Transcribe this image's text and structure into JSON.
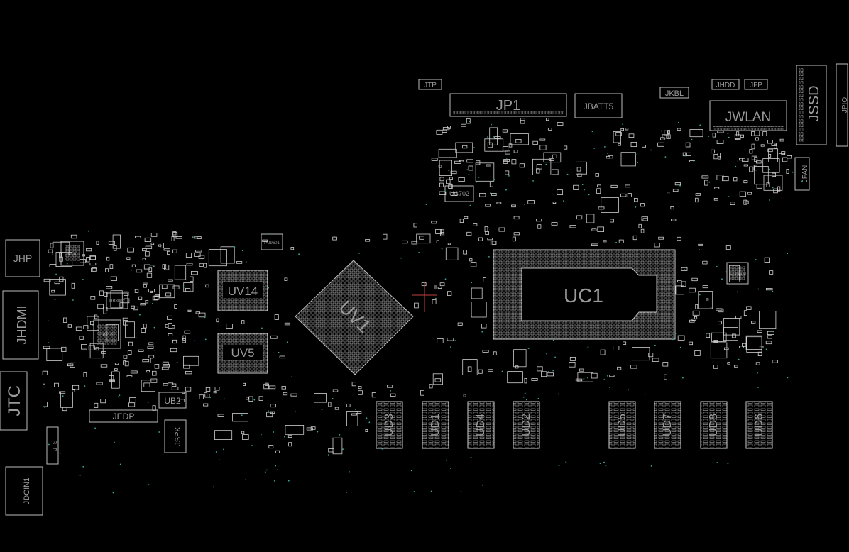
{
  "viewer": {
    "background": "#000000",
    "outline_color": "#c8c8c8",
    "label_color": "#9a9a9a",
    "via_color": "#3aa6a0",
    "cursor_color": "#c04040"
  },
  "components": {
    "UC1": "UC1",
    "UV1": "UV1",
    "UV14": "UV14",
    "UV5": "UV5",
    "JP1": "JP1",
    "JBATT5": "JBATT5",
    "JWLAN": "JWLAN",
    "JSSD": "JSSD",
    "JPIO": "JPIO",
    "JTP": "JTP",
    "JKBL": "JKBL",
    "JHDD": "JHDD",
    "JFP": "JFP",
    "JFAN": "JFAN",
    "JHP": "JHP",
    "JHDMI": "JHDMI",
    "JTC": "JTC",
    "JTS": "JTS",
    "JDCIN1": "JDCIN1",
    "JEDP": "JEDP",
    "JSPK": "JSPK",
    "UB2": "UB2",
    "UC702": "UC702",
    "UA3101": "UA3101",
    "UB3002": "UB3002",
    "UB4101": "UB4101",
    "PU9601": "PU9601",
    "PU9600": "PU9600",
    "UD3": "UD3",
    "UD1": "UD1",
    "UD4": "UD4",
    "UD2": "UD2",
    "UD5": "UD5",
    "UD7": "UD7",
    "UD8": "UD8",
    "UD6": "UD6"
  }
}
